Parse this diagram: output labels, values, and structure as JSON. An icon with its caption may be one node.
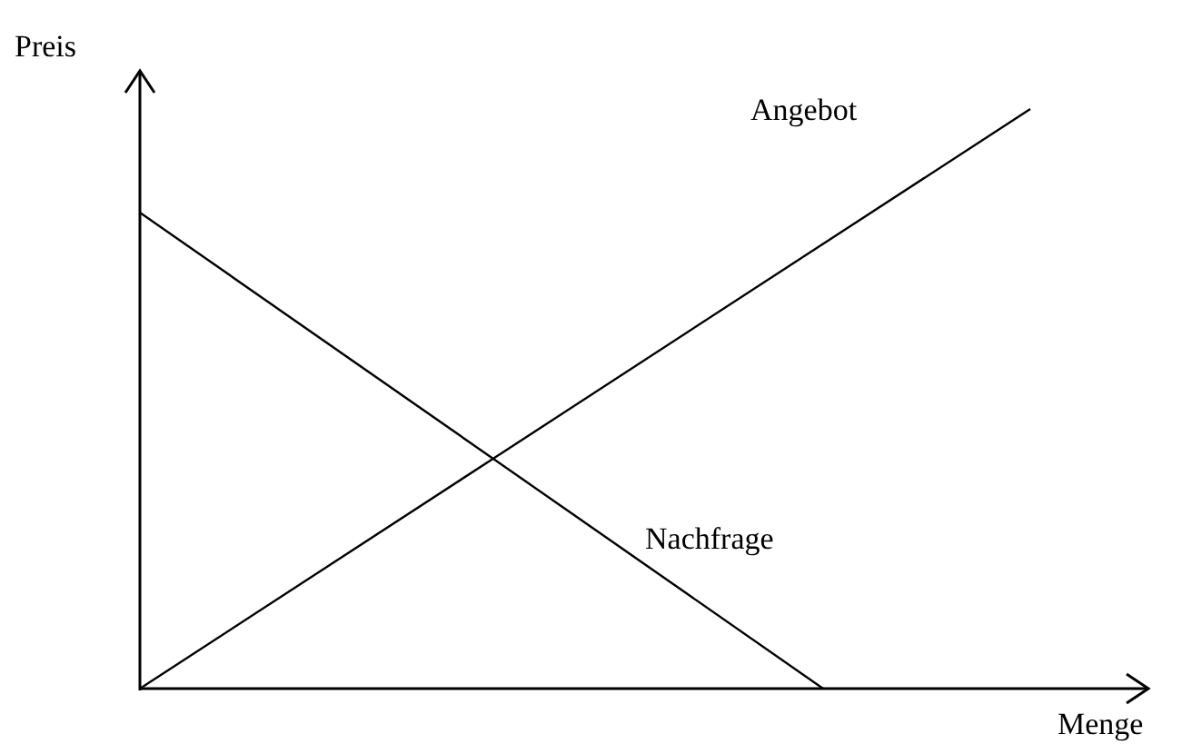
{
  "diagram": {
    "labels": [
      "Preis",
      "Angebot",
      "Nachfrage",
      "Menge"
    ]
  }
}
